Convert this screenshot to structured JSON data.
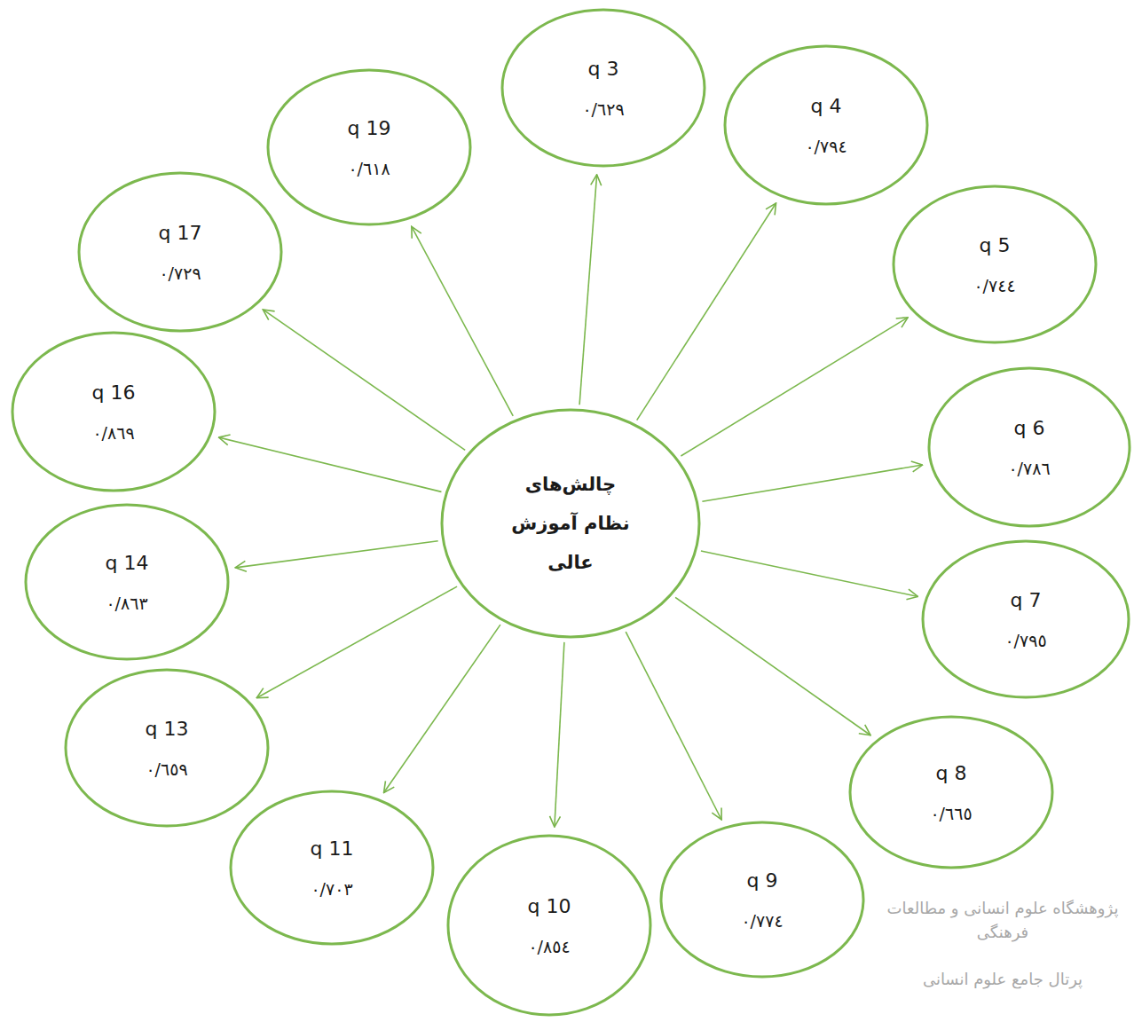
{
  "diagram": {
    "nodes": [
      {
        "text": [
          "چالش‌های نظام آموزش عالی"
        ]
      },
      {
        "text": [
          "q 3",
          "٠/٦٢٩"
        ]
      },
      {
        "text": [
          "q 4",
          "٠/٧٩٤"
        ]
      },
      {
        "text": [
          "q 5",
          "٠/٧٤٤"
        ]
      },
      {
        "text": [
          "q 6",
          "٠/٧٨٦"
        ]
      },
      {
        "text": [
          "q 7",
          "٠/٧٩٥"
        ]
      },
      {
        "text": [
          "q 8",
          "٠/٦٦٥"
        ]
      },
      {
        "text": [
          "q 9",
          "٠/٧٧٤"
        ]
      },
      {
        "text": [
          "q 10",
          "٠/٨٥٤"
        ]
      },
      {
        "text": [
          "q 11",
          "٠/٧٠٣"
        ]
      },
      {
        "text": [
          "q 13",
          "٠/٦٥٩"
        ]
      },
      {
        "text": [
          "q 14",
          "٠/٨٦٣"
        ]
      },
      {
        "text": [
          "q 16",
          "٠/٨٦٩"
        ]
      },
      {
        "text": [
          "q 17",
          "٠/٧٢٩"
        ]
      },
      {
        "text": [
          "q 19",
          "٠/٦١٨"
        ]
      }
    ],
    "edges": [
      {
        "from": 0,
        "to": 1,
        "arrow": "to"
      },
      {
        "from": 0,
        "to": 2,
        "arrow": "to"
      },
      {
        "from": 0,
        "to": 3,
        "arrow": "to"
      },
      {
        "from": 0,
        "to": 4,
        "arrow": "to"
      },
      {
        "from": 0,
        "to": 5,
        "arrow": "to"
      },
      {
        "from": 0,
        "to": 6,
        "arrow": "to"
      },
      {
        "from": 0,
        "to": 7,
        "arrow": "to"
      },
      {
        "from": 0,
        "to": 8,
        "arrow": "to"
      },
      {
        "from": 0,
        "to": 9,
        "arrow": "to"
      },
      {
        "from": 0,
        "to": 10,
        "arrow": "to"
      },
      {
        "from": 0,
        "to": 11,
        "arrow": "to"
      },
      {
        "from": 0,
        "to": 12,
        "arrow": "to"
      },
      {
        "from": 0,
        "to": 13,
        "arrow": "to"
      },
      {
        "from": 0,
        "to": 14,
        "arrow": "to"
      }
    ],
    "labels": [
      "پژوهشگاه علوم انسانی و مطالعات فرهنگی",
      "پرتال جامع علوم انسانی"
    ]
  }
}
